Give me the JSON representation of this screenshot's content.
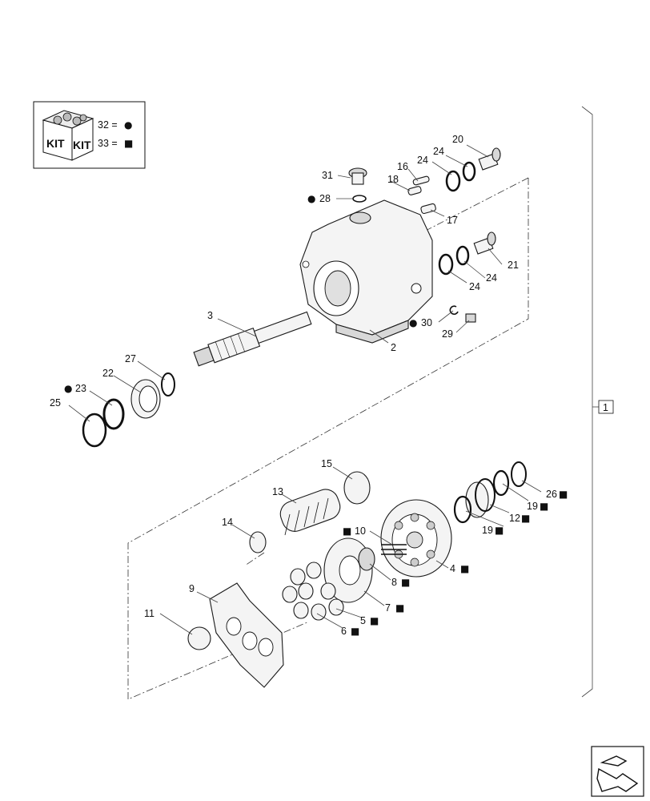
{
  "legend": {
    "kit_label_1": "KIT",
    "kit_label_2": "KIT",
    "rows": [
      {
        "text": "32 =",
        "symbol": "●"
      },
      {
        "text": "33 =",
        "symbol": "■"
      }
    ]
  },
  "group_ref": "1",
  "parts": [
    {
      "id": "p2",
      "text": "2",
      "symbol": ""
    },
    {
      "id": "p3",
      "text": "3",
      "symbol": ""
    },
    {
      "id": "p4",
      "text": "4",
      "symbol": "■"
    },
    {
      "id": "p5",
      "text": "5",
      "symbol": "■"
    },
    {
      "id": "p6",
      "text": "6",
      "symbol": "■"
    },
    {
      "id": "p7",
      "text": "7",
      "symbol": "■"
    },
    {
      "id": "p8",
      "text": "8",
      "symbol": "■"
    },
    {
      "id": "p9",
      "text": "9",
      "symbol": ""
    },
    {
      "id": "p10",
      "text": "10",
      "symbol": "■"
    },
    {
      "id": "p11",
      "text": "11",
      "symbol": ""
    },
    {
      "id": "p12",
      "text": "12",
      "symbol": "■"
    },
    {
      "id": "p13",
      "text": "13",
      "symbol": ""
    },
    {
      "id": "p14",
      "text": "14",
      "symbol": ""
    },
    {
      "id": "p15",
      "text": "15",
      "symbol": ""
    },
    {
      "id": "p16",
      "text": "16",
      "symbol": ""
    },
    {
      "id": "p17",
      "text": "17",
      "symbol": ""
    },
    {
      "id": "p18",
      "text": "18",
      "symbol": ""
    },
    {
      "id": "p19a",
      "text": "19",
      "symbol": "■"
    },
    {
      "id": "p19b",
      "text": "19",
      "symbol": "■"
    },
    {
      "id": "p20",
      "text": "20",
      "symbol": ""
    },
    {
      "id": "p21",
      "text": "21",
      "symbol": ""
    },
    {
      "id": "p22",
      "text": "22",
      "symbol": ""
    },
    {
      "id": "p23",
      "text": "23",
      "symbol": "●"
    },
    {
      "id": "p24a",
      "text": "24",
      "symbol": ""
    },
    {
      "id": "p24b",
      "text": "24",
      "symbol": ""
    },
    {
      "id": "p24c",
      "text": "24",
      "symbol": ""
    },
    {
      "id": "p24d",
      "text": "24",
      "symbol": ""
    },
    {
      "id": "p25",
      "text": "25",
      "symbol": ""
    },
    {
      "id": "p26",
      "text": "26",
      "symbol": "■"
    },
    {
      "id": "p27",
      "text": "27",
      "symbol": ""
    },
    {
      "id": "p28",
      "text": "28",
      "symbol": "●"
    },
    {
      "id": "p29",
      "text": "29",
      "symbol": ""
    },
    {
      "id": "p30",
      "text": "30",
      "symbol": "●"
    },
    {
      "id": "p31",
      "text": "31",
      "symbol": ""
    }
  ]
}
